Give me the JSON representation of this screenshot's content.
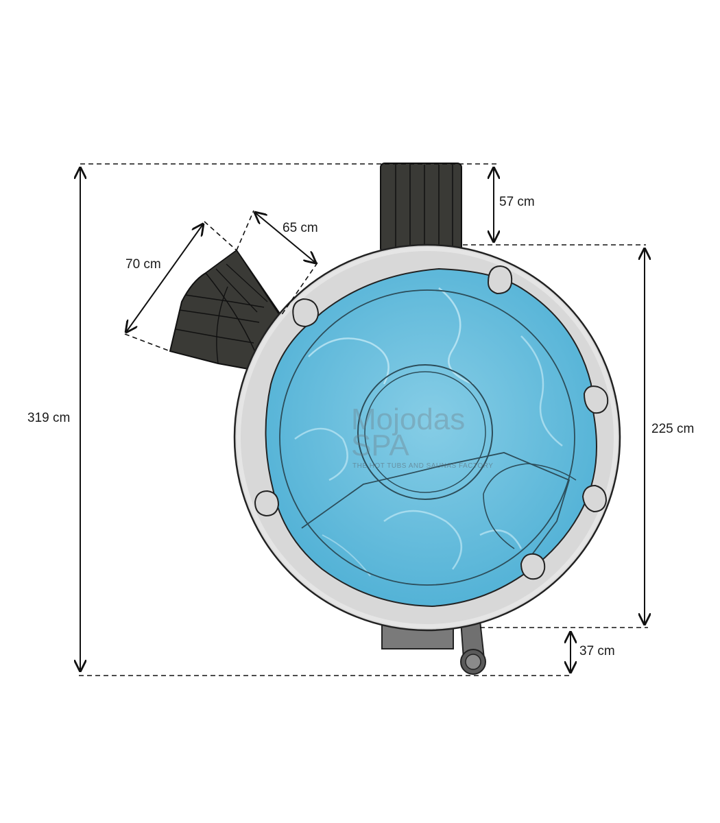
{
  "dimensions": {
    "total_height": "319 cm",
    "tub_diameter": "225 cm",
    "back_heater_depth": "57 cm",
    "bottom_pipe_depth": "37 cm",
    "steps_length": "70 cm",
    "steps_width": "65 cm"
  },
  "watermark": {
    "brand_line1": "Mojodas",
    "brand_line2": "SPA",
    "tagline": "THE HOT TUBS AND SAUNAS FACTORY"
  },
  "colors": {
    "water": "#5fb8d8",
    "rim": "#d6d6d6",
    "dark_wood": "#3a3a36",
    "outline": "#222222"
  }
}
